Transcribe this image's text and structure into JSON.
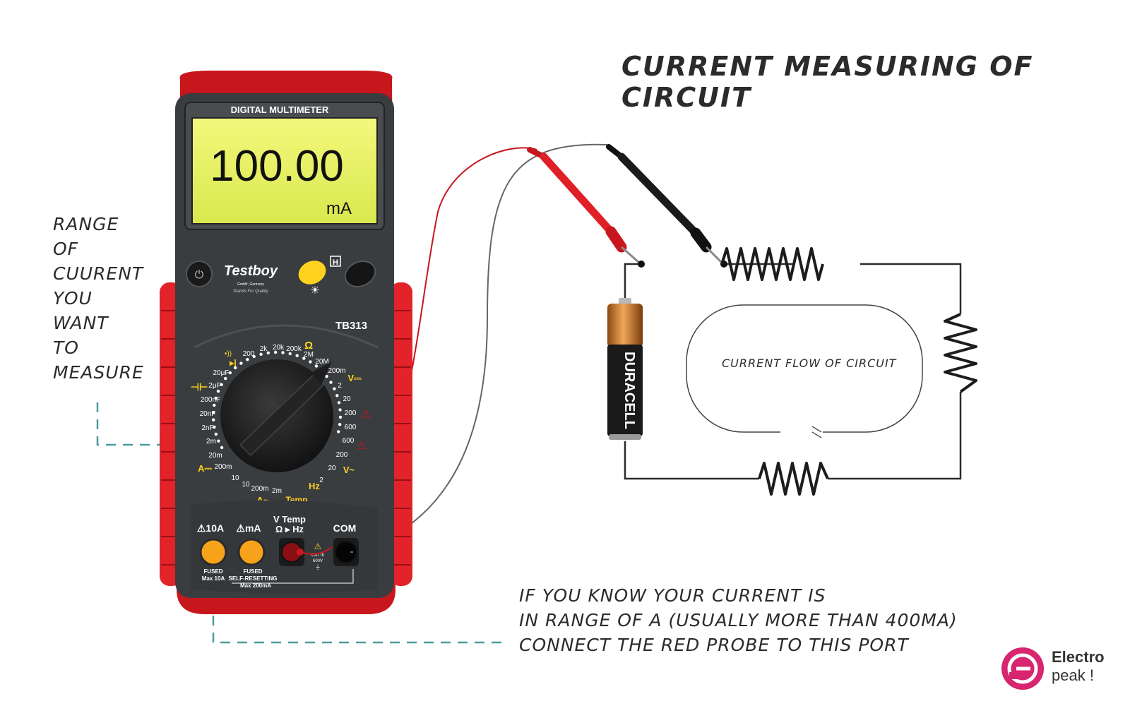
{
  "title": "CURRENT MEASURING OF CIRCUIT",
  "range_note": [
    "RANGE",
    "OF",
    "CUURENT",
    "YOU",
    "WANT",
    "TO",
    "MEASURE"
  ],
  "port_note": [
    "IF YOU KNOW YOUR CURRENT IS",
    "IN RANGE OF A (USUALLY MORE THAN 400MA)",
    "CONNECT THE RED PROBE TO THIS PORT"
  ],
  "flow_label": "CURRENT FLOW OF CIRCUIT",
  "meter": {
    "header": "DIGITAL MULTIMETER",
    "reading": "100.00",
    "unit": "mA",
    "brand": "Testboy",
    "brand_sub": "GmbH, Germany",
    "tagline": "Stands For Quality",
    "model": "TB313",
    "hold_key": "H",
    "ohm_symbol": "Ω",
    "dial_labels": {
      "l200": "200",
      "l2k": "2k",
      "l20k": "20k",
      "l200k": "200k",
      "l2M": "2M",
      "l20M": "20M",
      "l200m_v": "200m",
      "l2_v": "2",
      "l20_v": "20",
      "l200_v": "200",
      "l600_v": "600",
      "l600_ac": "600",
      "l200_ac": "200",
      "l20_ac": "20",
      "l2_ac": "2",
      "l20uF": "20μF",
      "l2uF": "2μF",
      "l200nF": "200nF",
      "l20nF": "20nF",
      "l2nF": "2nF",
      "l2m": "2m",
      "l20m": "20m",
      "l200m_a": "200m",
      "l10": "10",
      "l10b": "10",
      "l200m_b": "200m",
      "l2m_b": "2m",
      "hz": "Hz",
      "temp": "Temp"
    },
    "ports": {
      "p10a": "⚠10A",
      "pma": "⚠mA",
      "pv_line1": "V Temp",
      "pv_line2": "Ω ▸ Hz",
      "pcom": "COM",
      "fused1": "FUSED",
      "max10": "Max 10A",
      "fused2": "FUSED",
      "selfreset": "SELF-RESETTING",
      "max200": "Max 200mA",
      "cat_line1": "CAT III",
      "cat_line2": "600V"
    }
  },
  "battery_label": "DURACELL",
  "logo": {
    "top": "Electro",
    "bottom": "peak !"
  },
  "colors": {
    "meter_red": "#d1262c",
    "meter_body": "#3a3d40",
    "lcd": "#e8f06a",
    "accent_yellow": "#ffd21f",
    "port_orange": "#f7a21b",
    "dash": "#4b9aa0",
    "logo_pink": "#d7256f"
  }
}
